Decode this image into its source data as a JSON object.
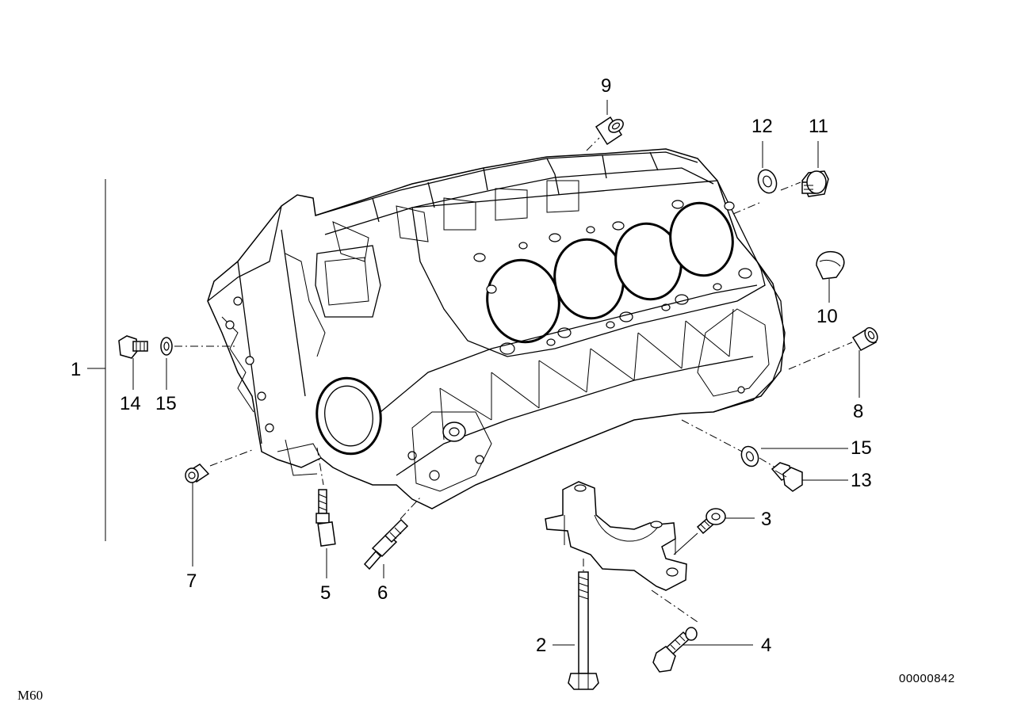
{
  "diagram": {
    "model_label": "M60",
    "figure_number": "00000842",
    "callouts": [
      {
        "id": "c1",
        "label": "1"
      },
      {
        "id": "c2",
        "label": "2"
      },
      {
        "id": "c3",
        "label": "3"
      },
      {
        "id": "c4",
        "label": "4"
      },
      {
        "id": "c5",
        "label": "5"
      },
      {
        "id": "c6",
        "label": "6"
      },
      {
        "id": "c7",
        "label": "7"
      },
      {
        "id": "c8",
        "label": "8"
      },
      {
        "id": "c9",
        "label": "9"
      },
      {
        "id": "c10",
        "label": "10"
      },
      {
        "id": "c11",
        "label": "11"
      },
      {
        "id": "c12",
        "label": "12"
      },
      {
        "id": "c13",
        "label": "13"
      },
      {
        "id": "c14",
        "label": "14"
      },
      {
        "id": "c15a",
        "label": "15"
      },
      {
        "id": "c15b",
        "label": "15"
      }
    ]
  }
}
